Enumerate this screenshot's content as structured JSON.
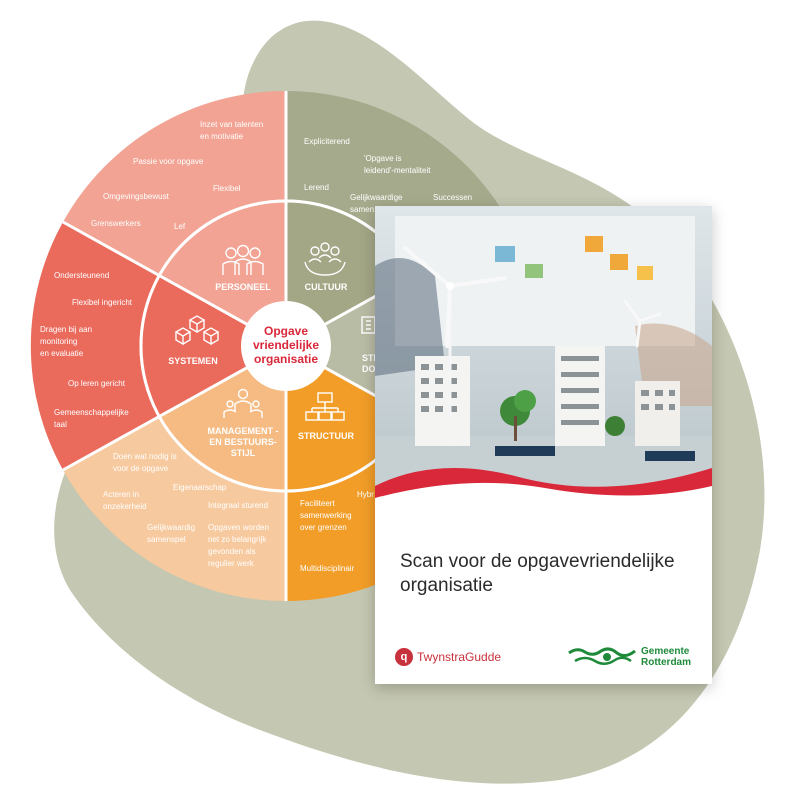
{
  "colors": {
    "blob": "#c4c7b1",
    "personeel": "#f2a393",
    "systemen": "#ea6a5c",
    "management": "#f7c99e",
    "structuur": "#f29d28",
    "cultuur": "#a6aa8c",
    "center_text": "#d9283a",
    "brand_red": "#c8323c",
    "rotterdam_green": "#1e8a3a"
  },
  "wheel": {
    "center_label": [
      "Opgave",
      "vriendelijke",
      "organisatie"
    ],
    "segments": {
      "personeel": {
        "label": "PERSONEEL",
        "icon": "people-icon",
        "items": [
          "Inzet van talenten",
          "en motivatie",
          "Passie voor opgave",
          "Flexibel",
          "Omgevingsbewust",
          "Grenswerkers",
          "Lef"
        ]
      },
      "cultuur": {
        "label": "CULTUUR",
        "icon": "hands-people-icon",
        "items": [
          "Expliciterend",
          "'Opgave is",
          "leidend'-mentaliteit",
          "Lerend",
          "Gelijkwaardige",
          "samen",
          "Successen"
        ]
      },
      "strategie": {
        "label_lines": [
          "STRATE",
          "DOE"
        ],
        "icon": "clipboard-icon"
      },
      "systemen": {
        "label": "SYSTEMEN",
        "icon": "cubes-icon",
        "items": [
          "Ondersteunend",
          "Flexibel ingericht",
          "Dragen bij aan",
          "monitoring",
          "en evaluatie",
          "Op leren gericht",
          "Gemeenschappelijke",
          "taal"
        ]
      },
      "management": {
        "label_lines": [
          "MANAGEMENT -",
          "EN BESTUURS-",
          "STIJL"
        ],
        "icon": "leader-icon",
        "items": [
          "Doen wat nodig is",
          "voor de opgave",
          "Eigenaarschap",
          "Acteren in",
          "onzekerheid",
          "Integraal sturend",
          "Gelijkwaardig",
          "samenspel",
          "Opgaven worden",
          "net zo belangrijk",
          "gevonden als",
          "regulier werk"
        ]
      },
      "structuur": {
        "label": "STRUCTUUR",
        "icon": "org-chart-icon",
        "items": [
          "Faciliteert",
          "samenwerking",
          "over grenzen",
          "Hybr",
          "Multidisciplinair"
        ]
      }
    }
  },
  "cover": {
    "title_line1": "Scan voor de opgavevriendelijke",
    "title_line2": "organisatie",
    "logo_left": "TwynstraGudde",
    "logo_left_mark": "tg-logo-icon",
    "logo_right_line1": "Gemeente",
    "logo_right_line2": "Rotterdam",
    "logo_right_mark": "rotterdam-lion-icon"
  }
}
